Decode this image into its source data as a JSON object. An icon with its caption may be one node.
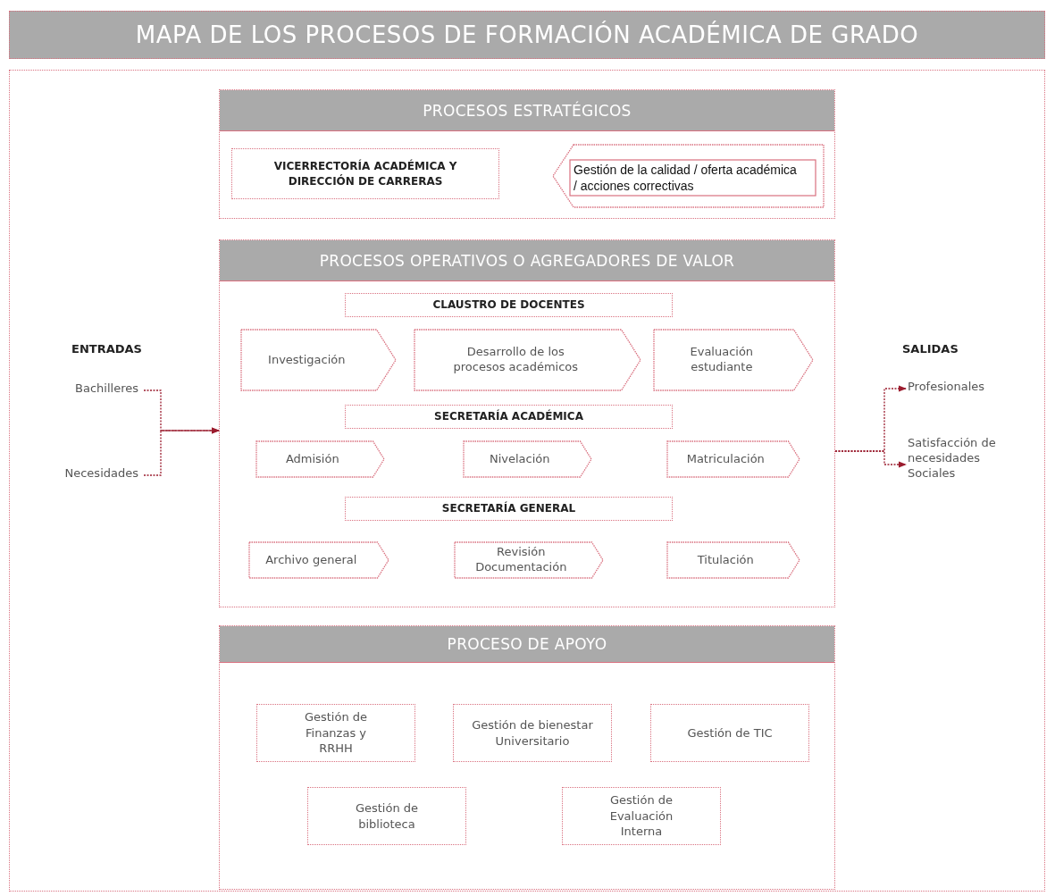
{
  "diagram": {
    "title": "MAPA DE LOS PROCESOS DE FORMACIÓN ACADÉMICA DE GRADO",
    "nodes": [
      {
        "text": [
          "PROCESOS ESTRATÉGICOS"
        ]
      },
      {
        "text": [
          "VICERRECTORÍA ACADÉMICA Y DIRECCIÓN DE CARRERAS"
        ],
        "in": 0
      },
      {
        "text": [
          "Gestión de la calidad / oferta académica / acciones correctivas"
        ],
        "in": 0
      },
      {
        "text": [
          "PROCESOS OPERATIVOS O AGREGADORES DE VALOR"
        ]
      },
      {
        "text": [
          "CLAUSTRO DE DOCENTES"
        ],
        "in": 3
      },
      {
        "text": [
          "Investigación"
        ],
        "in": 3
      },
      {
        "text": [
          "Desarrollo de los procesos académicos"
        ],
        "in": 3
      },
      {
        "text": [
          "Evaluación estudiante"
        ],
        "in": 3
      },
      {
        "text": [
          "SECRETARÍA ACADÉMICA"
        ],
        "in": 3
      },
      {
        "text": [
          "Admisión"
        ],
        "in": 3
      },
      {
        "text": [
          "Nivelación"
        ],
        "in": 3
      },
      {
        "text": [
          "Matriculación"
        ],
        "in": 3
      },
      {
        "text": [
          "SECRETARÍA GENERAL"
        ],
        "in": 3
      },
      {
        "text": [
          "Archivo general"
        ],
        "in": 3
      },
      {
        "text": [
          "Revisión Documentación"
        ],
        "in": 3
      },
      {
        "text": [
          "Titulación"
        ],
        "in": 3
      },
      {
        "text": [
          "PROCESO DE APOYO"
        ]
      },
      {
        "text": [
          "Gestión de Finanzas y RRHH"
        ],
        "in": 16
      },
      {
        "text": [
          "Gestión de bienestar Universitario"
        ],
        "in": 16
      },
      {
        "text": [
          "Gestión de TIC"
        ],
        "in": 16
      },
      {
        "text": [
          "Gestión de biblioteca"
        ],
        "in": 16
      },
      {
        "text": [
          "Gestión de Evaluación Interna"
        ],
        "in": 16
      },
      {
        "text": [
          "Bachilleres"
        ]
      },
      {
        "text": [
          "Necesidades"
        ]
      },
      {
        "text": [
          "Profesionales"
        ]
      },
      {
        "text": [
          "Satisfacción de necesidades Sociales"
        ]
      }
    ],
    "edges": [
      {
        "from": 22,
        "to": 3,
        "arrow": "to",
        "style": "dashed"
      },
      {
        "from": 23,
        "to": 3,
        "arrow": "to",
        "style": "dashed"
      },
      {
        "from": 3,
        "to": 24,
        "arrow": "to",
        "style": "dashed"
      },
      {
        "from": 3,
        "to": 25,
        "arrow": "to",
        "style": "dashed"
      }
    ],
    "labels": [
      "ENTRADAS",
      "SALIDAS"
    ]
  }
}
